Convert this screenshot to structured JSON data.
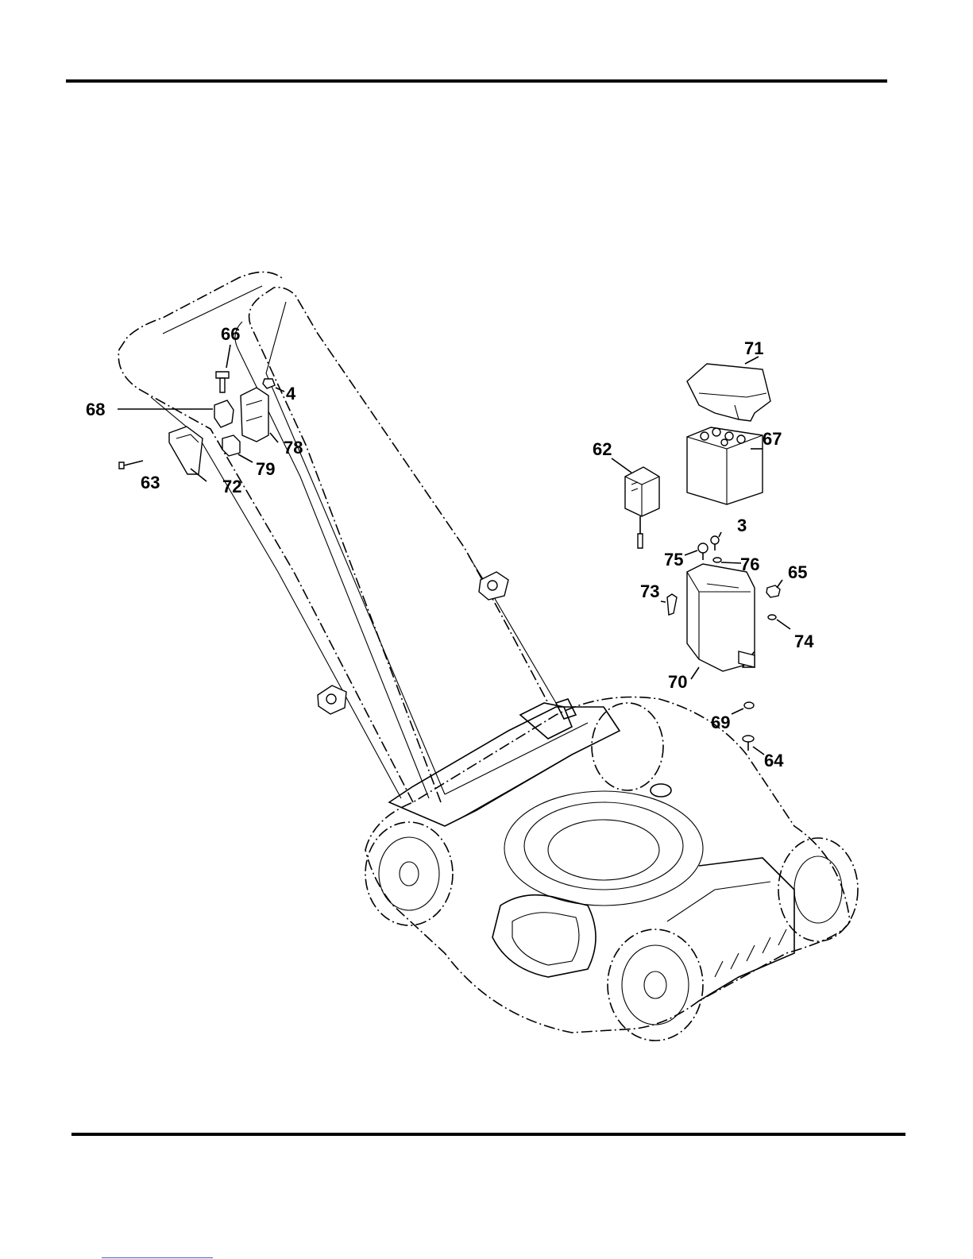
{
  "callouts": {
    "c66": "66",
    "c4": "4",
    "c68": "68",
    "c78": "78",
    "c79": "79",
    "c63": "63",
    "c72": "72",
    "c71": "71",
    "c67": "67",
    "c62": "62",
    "c3": "3",
    "c75": "75",
    "c76": "76",
    "c65": "65",
    "c73": "73",
    "c74": "74",
    "c70": "70",
    "c69": "69",
    "c64": "64"
  }
}
